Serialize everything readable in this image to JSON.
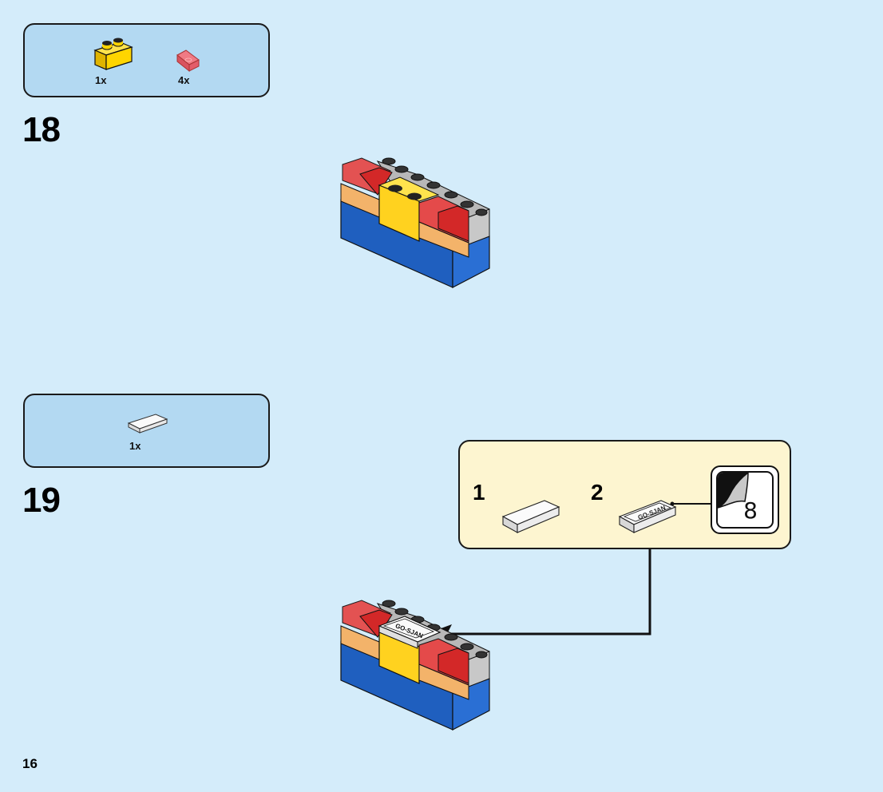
{
  "page": {
    "number": "16",
    "background": "#d4ecfa"
  },
  "steps": [
    {
      "number": "18",
      "parts": [
        {
          "name": "yellow-brick-1x2",
          "color": "#ffd500",
          "qty": "1x"
        },
        {
          "name": "trans-red-slope-1x1",
          "color": "#e8505b",
          "qty": "4x"
        }
      ]
    },
    {
      "number": "19",
      "parts": [
        {
          "name": "white-tile-1x2",
          "color": "#f4f4f4",
          "qty": "1x"
        }
      ],
      "callout": {
        "sub_steps": [
          {
            "number": "1",
            "part": "white-tile-1x2"
          },
          {
            "number": "2",
            "part": "white-tile-1x2-with-sticker",
            "sticker_text": "GO-SJAN"
          }
        ],
        "sticker_sheet_number": "8",
        "background": "#fdf5d0"
      }
    }
  ]
}
